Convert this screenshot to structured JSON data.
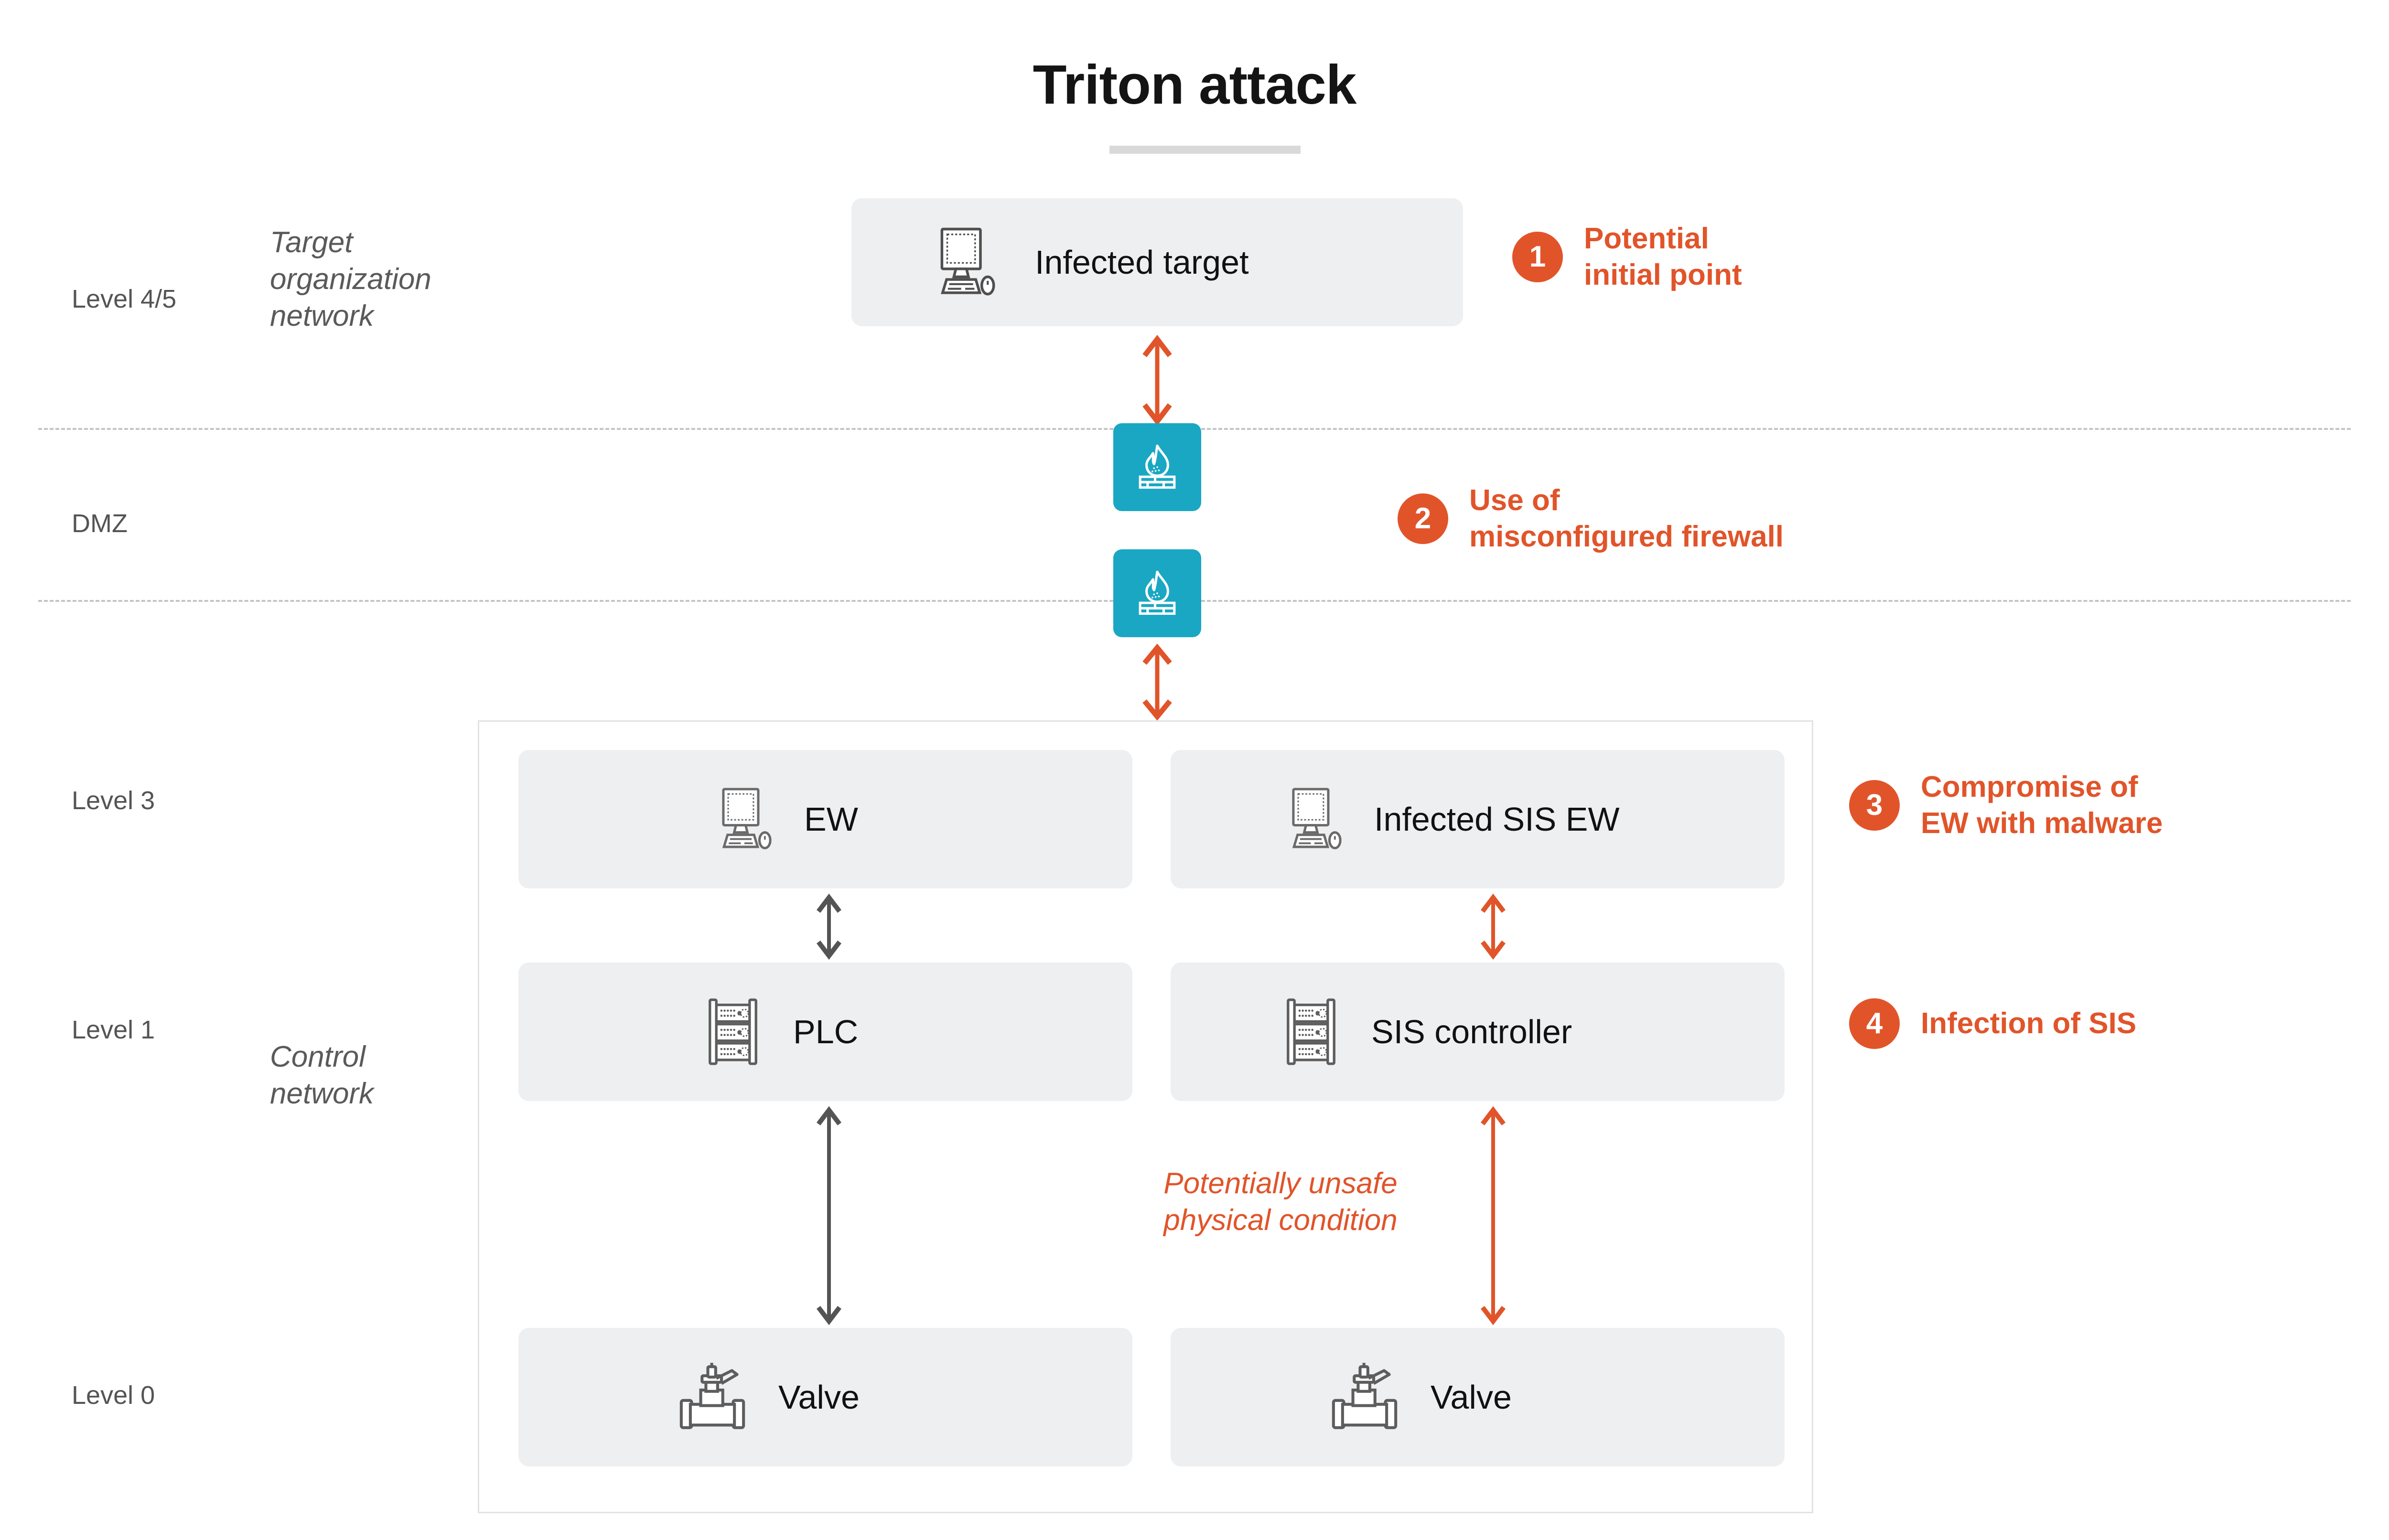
{
  "title": "Triton attack",
  "rail": {
    "levels": [
      {
        "id": "level-45",
        "label": "Level 4/5"
      },
      {
        "id": "dmz",
        "label": "DMZ"
      },
      {
        "id": "level-3",
        "label": "Level 3"
      },
      {
        "id": "level-1",
        "label": "Level 1"
      },
      {
        "id": "level-0",
        "label": "Level 0"
      }
    ],
    "zones": [
      {
        "id": "target-org-network",
        "label": "Target\norganization\nnetwork"
      },
      {
        "id": "control-network",
        "label": "Control\nnetwork"
      }
    ]
  },
  "nodes": {
    "infected_target": {
      "label": "Infected target",
      "icon": "desktop-computer-icon"
    },
    "ew": {
      "label": "EW",
      "icon": "desktop-computer-icon"
    },
    "infected_sis_ew": {
      "label": "Infected SIS EW",
      "icon": "desktop-computer-icon"
    },
    "plc": {
      "label": "PLC",
      "icon": "server-rack-icon"
    },
    "sis_controller": {
      "label": "SIS controller",
      "icon": "server-rack-icon"
    },
    "valve_left": {
      "label": "Valve",
      "icon": "ball-valve-icon"
    },
    "valve_right": {
      "label": "Valve",
      "icon": "ball-valve-icon"
    }
  },
  "firewalls": [
    {
      "id": "firewall-upper",
      "icon": "firewall-icon"
    },
    {
      "id": "firewall-lower",
      "icon": "firewall-icon"
    }
  ],
  "steps": [
    {
      "number": "1",
      "text": "Potential\ninitial point"
    },
    {
      "number": "2",
      "text": "Use of\nmisconfigured firewall"
    },
    {
      "number": "3",
      "text": "Compromise of\nEW with malware"
    },
    {
      "number": "4",
      "text": "Infection of SIS"
    }
  ],
  "annotations": {
    "unsafe_condition": "Potentially unsafe\nphysical condition"
  },
  "colors": {
    "accent_orange": "#e1542a",
    "firewall_teal": "#1aa7c3",
    "node_fill": "#eeeff1",
    "arrow_dark": "#545454",
    "label_gray": "#545454",
    "divider_gray": "#c4c4c4"
  }
}
